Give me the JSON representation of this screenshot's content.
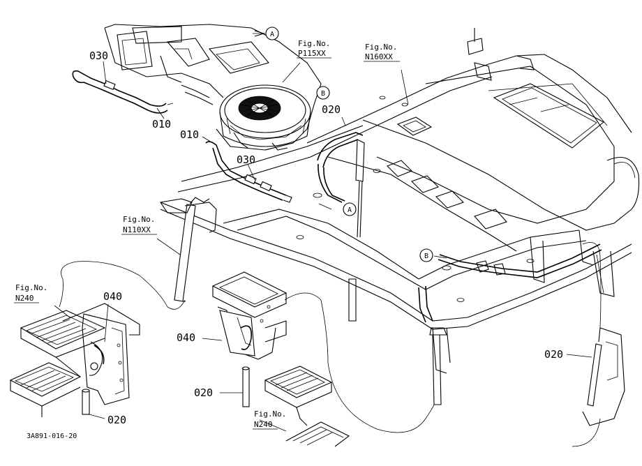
{
  "figure_code": "3A891-016-20",
  "callouts": {
    "circle_a_top": "A",
    "circle_a_mid": "A",
    "circle_b_top": "B",
    "circle_b_right": "B"
  },
  "fig_refs": [
    {
      "prefix": "Fig.No.",
      "number": "P115XX"
    },
    {
      "prefix": "Fig.No.",
      "number": "N160XX"
    },
    {
      "prefix": "Fig.No.",
      "number": "N110XX"
    },
    {
      "prefix": "Fig.No.",
      "number": "N240"
    },
    {
      "prefix": "Fig.No.",
      "number": "N240"
    }
  ],
  "part_labels": {
    "p030_top": "030",
    "p010_upper": "010",
    "p010_lower": "010",
    "p030_mid": "030",
    "p020_top": "020",
    "p040_left": "040",
    "p020_left": "020",
    "p040_mid": "040",
    "p020_mid": "020",
    "p020_right": "020"
  }
}
